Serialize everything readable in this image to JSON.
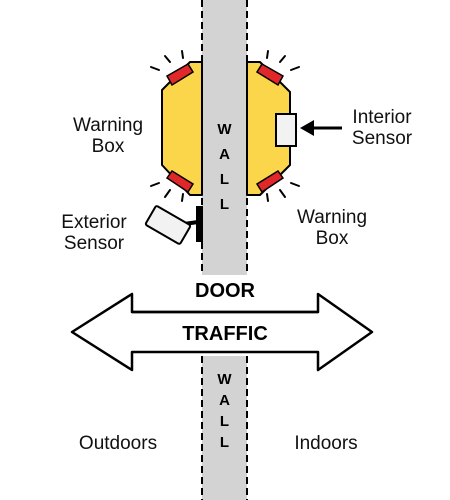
{
  "colors": {
    "wall_fill": "#d3d3d3",
    "warning_box_fill": "#fbd54a",
    "warning_light": "#e0282a",
    "sensor_fill": "#f2f2f2",
    "outline": "#000000"
  },
  "wall": {
    "upper_label": "WALL",
    "lower_label": "WALL"
  },
  "warning_box_left": {
    "label_line1": "Warning",
    "label_line2": "Box"
  },
  "warning_box_right": {
    "label_line1": "Warning",
    "label_line2": "Box"
  },
  "interior_sensor": {
    "label_line1": "Interior",
    "label_line2": "Sensor"
  },
  "exterior_sensor": {
    "label_line1": "Exterior",
    "label_line2": "Sensor"
  },
  "traffic_arrow": {
    "top_label": "DOOR",
    "center_label": "TRAFFIC"
  },
  "zones": {
    "outdoors": "Outdoors",
    "indoors": "Indoors"
  }
}
